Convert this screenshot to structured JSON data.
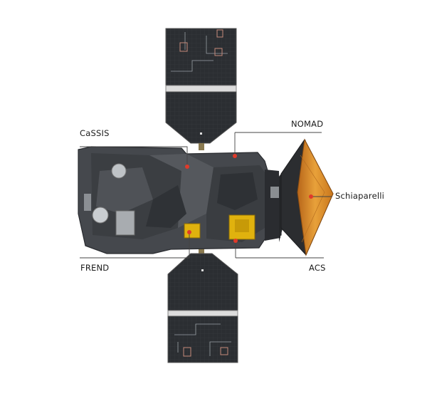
{
  "labels": {
    "cassis": "CaSSIS",
    "nomad": "NOMAD",
    "schiaparelli": "Schiaparelli",
    "frend": "FREND",
    "acs": "ACS"
  },
  "colors": {
    "panel": "#2f3236",
    "body": "#4a4d52",
    "gold": "#e0b20e",
    "heatshield": "#d98a1e",
    "marker": "#e03a2a",
    "leader": "#444444"
  }
}
